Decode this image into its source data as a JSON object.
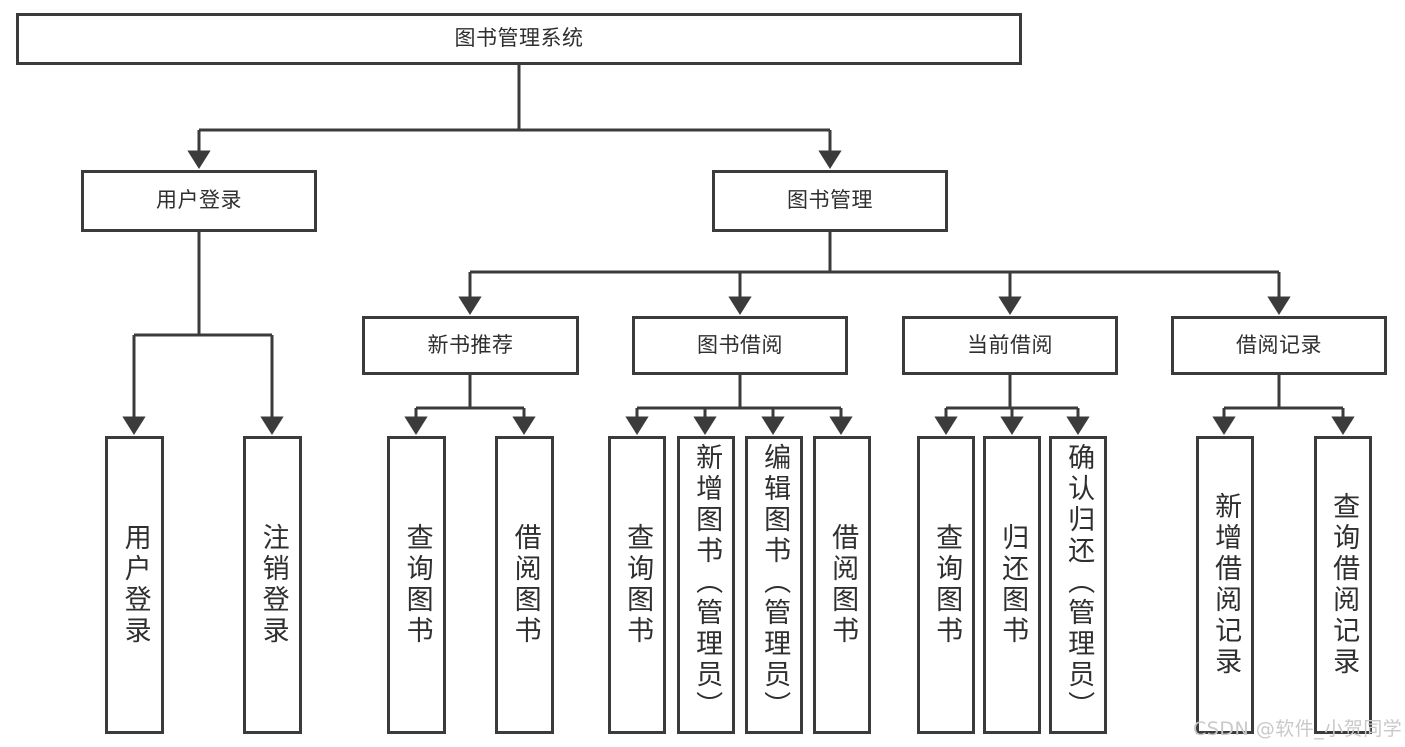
{
  "diagram": {
    "title_node": {
      "label": "图书管理系统"
    },
    "level1": [
      {
        "label": "用户登录"
      },
      {
        "label": "图书管理"
      }
    ],
    "level2": [
      {
        "label": "新书推荐"
      },
      {
        "label": "图书借阅"
      },
      {
        "label": "当前借阅"
      },
      {
        "label": "借阅记录"
      }
    ],
    "leaves": {
      "user_login": [
        {
          "label": "用户登录"
        },
        {
          "label": "注销登录"
        }
      ],
      "new_book_recommend": [
        {
          "label": "查询图书"
        },
        {
          "label": "借阅图书"
        }
      ],
      "book_borrow": [
        {
          "label": "查询图书"
        },
        {
          "label": "新增图书（管理员）"
        },
        {
          "label": "编辑图书（管理员）"
        },
        {
          "label": "借阅图书"
        }
      ],
      "current_borrow": [
        {
          "label": "查询图书"
        },
        {
          "label": "归还图书"
        },
        {
          "label": "确认归还（管理员）"
        }
      ],
      "borrow_record": [
        {
          "label": "新增借阅记录"
        },
        {
          "label": "查询借阅记录"
        }
      ]
    }
  },
  "watermark": {
    "text": "CSDN @软件_小贺同学"
  },
  "colors": {
    "line": "#3b3b3b",
    "box_fill": "#ffffff",
    "text": "#2f2f2f",
    "watermark": "#c9c9c9",
    "background": "#ffffff"
  }
}
